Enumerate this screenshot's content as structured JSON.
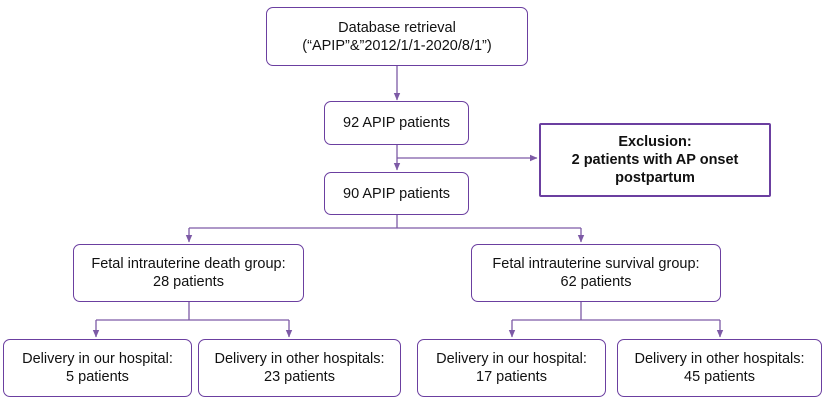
{
  "colors": {
    "border": "#6b3fa0",
    "connector": "#7d5aa6",
    "text": "#111111"
  },
  "nodes": {
    "retrieval": {
      "line1": "Database retrieval",
      "line2": "(“APIP”&”2012/1/1-2020/8/1”)"
    },
    "patients92": {
      "line1": "92 APIP patients"
    },
    "exclusion": {
      "line1": "Exclusion:",
      "line2": "2 patients with AP onset",
      "line3": "postpartum"
    },
    "patients90": {
      "line1": "90 APIP patients"
    },
    "death_group": {
      "line1": "Fetal intrauterine death group:",
      "line2": "28 patients"
    },
    "survival_group": {
      "line1": "Fetal intrauterine survival group:",
      "line2": "62 patients"
    },
    "death_ours": {
      "line1": "Delivery in our hospital:",
      "line2": "5 patients"
    },
    "death_other": {
      "line1": "Delivery in other hospitals:",
      "line2": "23 patients"
    },
    "survival_ours": {
      "line1": "Delivery in our hospital:",
      "line2": "17 patients"
    },
    "survival_other": {
      "line1": "Delivery in other hospitals:",
      "line2": "45 patients"
    }
  },
  "edges": [
    {
      "from": "retrieval",
      "to": "patients92"
    },
    {
      "from": "patients92",
      "to": "patients90"
    },
    {
      "from": "patients92",
      "to": "exclusion"
    },
    {
      "from": "patients90",
      "to": "death_group"
    },
    {
      "from": "patients90",
      "to": "survival_group"
    },
    {
      "from": "death_group",
      "to": "death_ours"
    },
    {
      "from": "death_group",
      "to": "death_other"
    },
    {
      "from": "survival_group",
      "to": "survival_ours"
    },
    {
      "from": "survival_group",
      "to": "survival_other"
    }
  ]
}
